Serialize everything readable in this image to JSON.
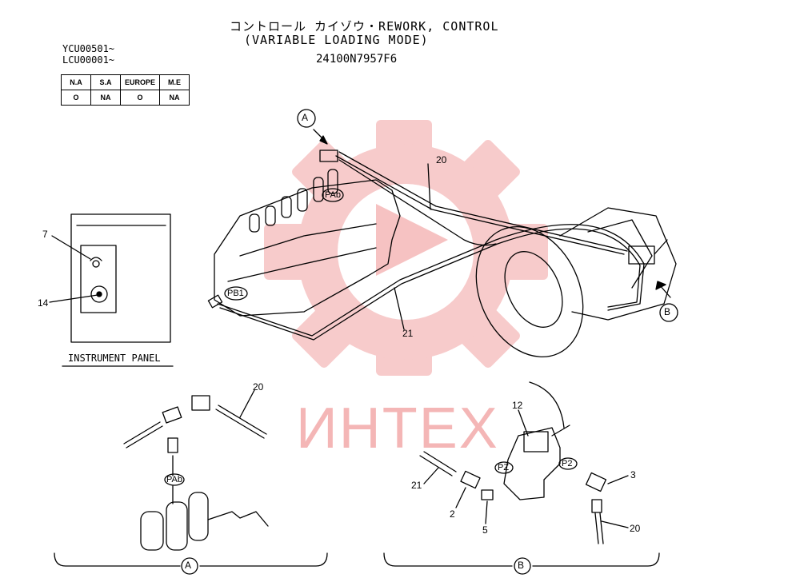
{
  "header": {
    "title_line1": "コントロール カイゾウ・REWORK, CONTROL",
    "title_line2": "(VARIABLE LOADING MODE)",
    "part_number": "24100N7957F6"
  },
  "serials": [
    "YCU00501~",
    "LCU00001~"
  ],
  "region_table": {
    "headers": [
      "N.A",
      "S.A",
      "EUROPE",
      "M.E"
    ],
    "values": [
      "O",
      "NA",
      "O",
      "NA"
    ]
  },
  "instrument_panel": {
    "label": "INSTRUMENT PANEL",
    "callouts": [
      "7",
      "14"
    ]
  },
  "main_view": {
    "view_a": "A",
    "view_b": "B",
    "callouts": {
      "pipe_upper": "20",
      "pipe_lower": "21"
    },
    "ports": {
      "pab": "PAb",
      "pb1": "PB1"
    }
  },
  "detail_a": {
    "label": "A",
    "callout_pipe": "20",
    "port": "PAb"
  },
  "detail_b": {
    "label": "B",
    "callouts": {
      "valve": "12",
      "pipe_left": "21",
      "elbow_left": "2",
      "plug": "5",
      "elbow_right": "3",
      "pipe_right": "20"
    },
    "ports": {
      "pz": "PZ",
      "p2": "P2"
    }
  },
  "watermark": {
    "text": "ИНТЕХ",
    "color": "#f4b6b6"
  }
}
